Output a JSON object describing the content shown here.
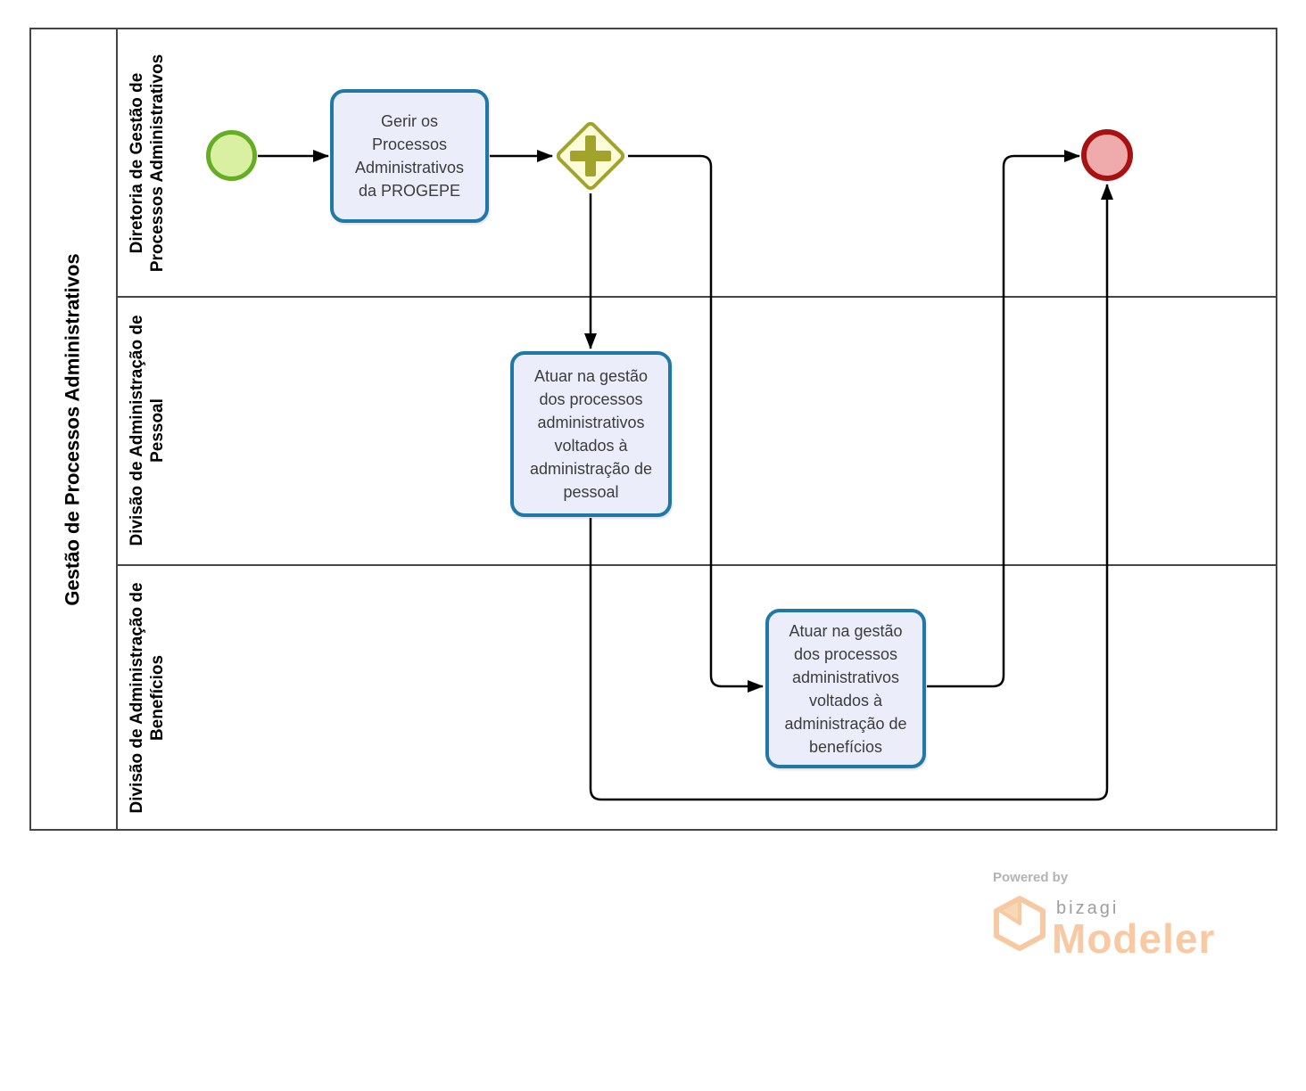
{
  "diagram": {
    "pool": {
      "title": "Gestão de Processos Administrativos",
      "lanes": [
        {
          "label": "Diretoria de Gestão de Processos Administrativos"
        },
        {
          "label": "Divisão de Administração de Pessoal"
        },
        {
          "label": "Divisão de Administração de Benefícios"
        }
      ]
    },
    "nodes": {
      "start": {
        "type": "start-event",
        "lane": 0,
        "label": ""
      },
      "task_gerir": {
        "type": "task",
        "lane": 0,
        "label": "Gerir os Processos Administrativos da PROGEPE"
      },
      "gateway": {
        "type": "parallel-gateway",
        "lane": 0,
        "label": ""
      },
      "task_pessoal": {
        "type": "task",
        "lane": 1,
        "label": "Atuar na gestão dos processos administrativos voltados à administração de pessoal"
      },
      "task_beneficios": {
        "type": "task",
        "lane": 2,
        "label": "Atuar na gestão dos processos administrativos voltados à administração de benefícios"
      },
      "end": {
        "type": "end-event",
        "lane": 0,
        "label": ""
      }
    },
    "flows": [
      {
        "from": "start",
        "to": "task_gerir"
      },
      {
        "from": "task_gerir",
        "to": "gateway"
      },
      {
        "from": "gateway",
        "to": "task_pessoal"
      },
      {
        "from": "gateway",
        "to": "task_beneficios"
      },
      {
        "from": "task_pessoal",
        "to": "end"
      },
      {
        "from": "task_beneficios",
        "to": "end"
      }
    ]
  },
  "colors": {
    "task_fill": "#EBEEFA",
    "task_border": "#1F78A8",
    "start_event_fill": "#D9F0A2",
    "start_event_border": "#65AD25",
    "end_event_fill": "#EFABAB",
    "end_event_border": "#A81111",
    "gateway_fill": "#FCFCD9",
    "gateway_border": "#A2A32B",
    "flow_line": "#000000",
    "pool_border": "#454545",
    "logo_orange": "#F8C9A2",
    "logo_gray": "#9E9E9E"
  },
  "footer": {
    "powered_by": "Powered by",
    "brand": "bizagi",
    "product": "Modeler"
  }
}
